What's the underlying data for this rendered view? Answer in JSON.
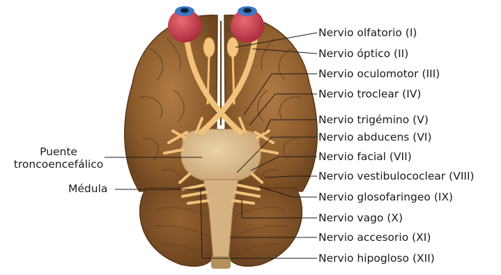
{
  "labels_left": {
    "pons": [
      "Puente",
      "troncoencefálico"
    ],
    "medulla": "Médula"
  },
  "nerves": [
    "Nervio olfatorio (I)",
    "Nervio óptico (II)",
    "Nervio oculomotor (III)",
    "Nervio troclear (IV)",
    "Nervio trigémino (V)",
    "Nervio abducens (VI)",
    "Nervio facial (VII)",
    "Nervio vestibulococlear (VIII)",
    "Nervio glosofaringeo (IX)",
    "Nervio vago (X)",
    "Nervio accesorio (XI)",
    "Nervio hipogloso (XII)"
  ],
  "colors": {
    "brain": "#8a5a2b",
    "brain_light": "#a87343",
    "cerebellum": "#7a4e24",
    "nerve": "#f2c27a",
    "brainstem": "#d9b88a",
    "eye": "#c7384a",
    "iris": "#3f78c0"
  }
}
